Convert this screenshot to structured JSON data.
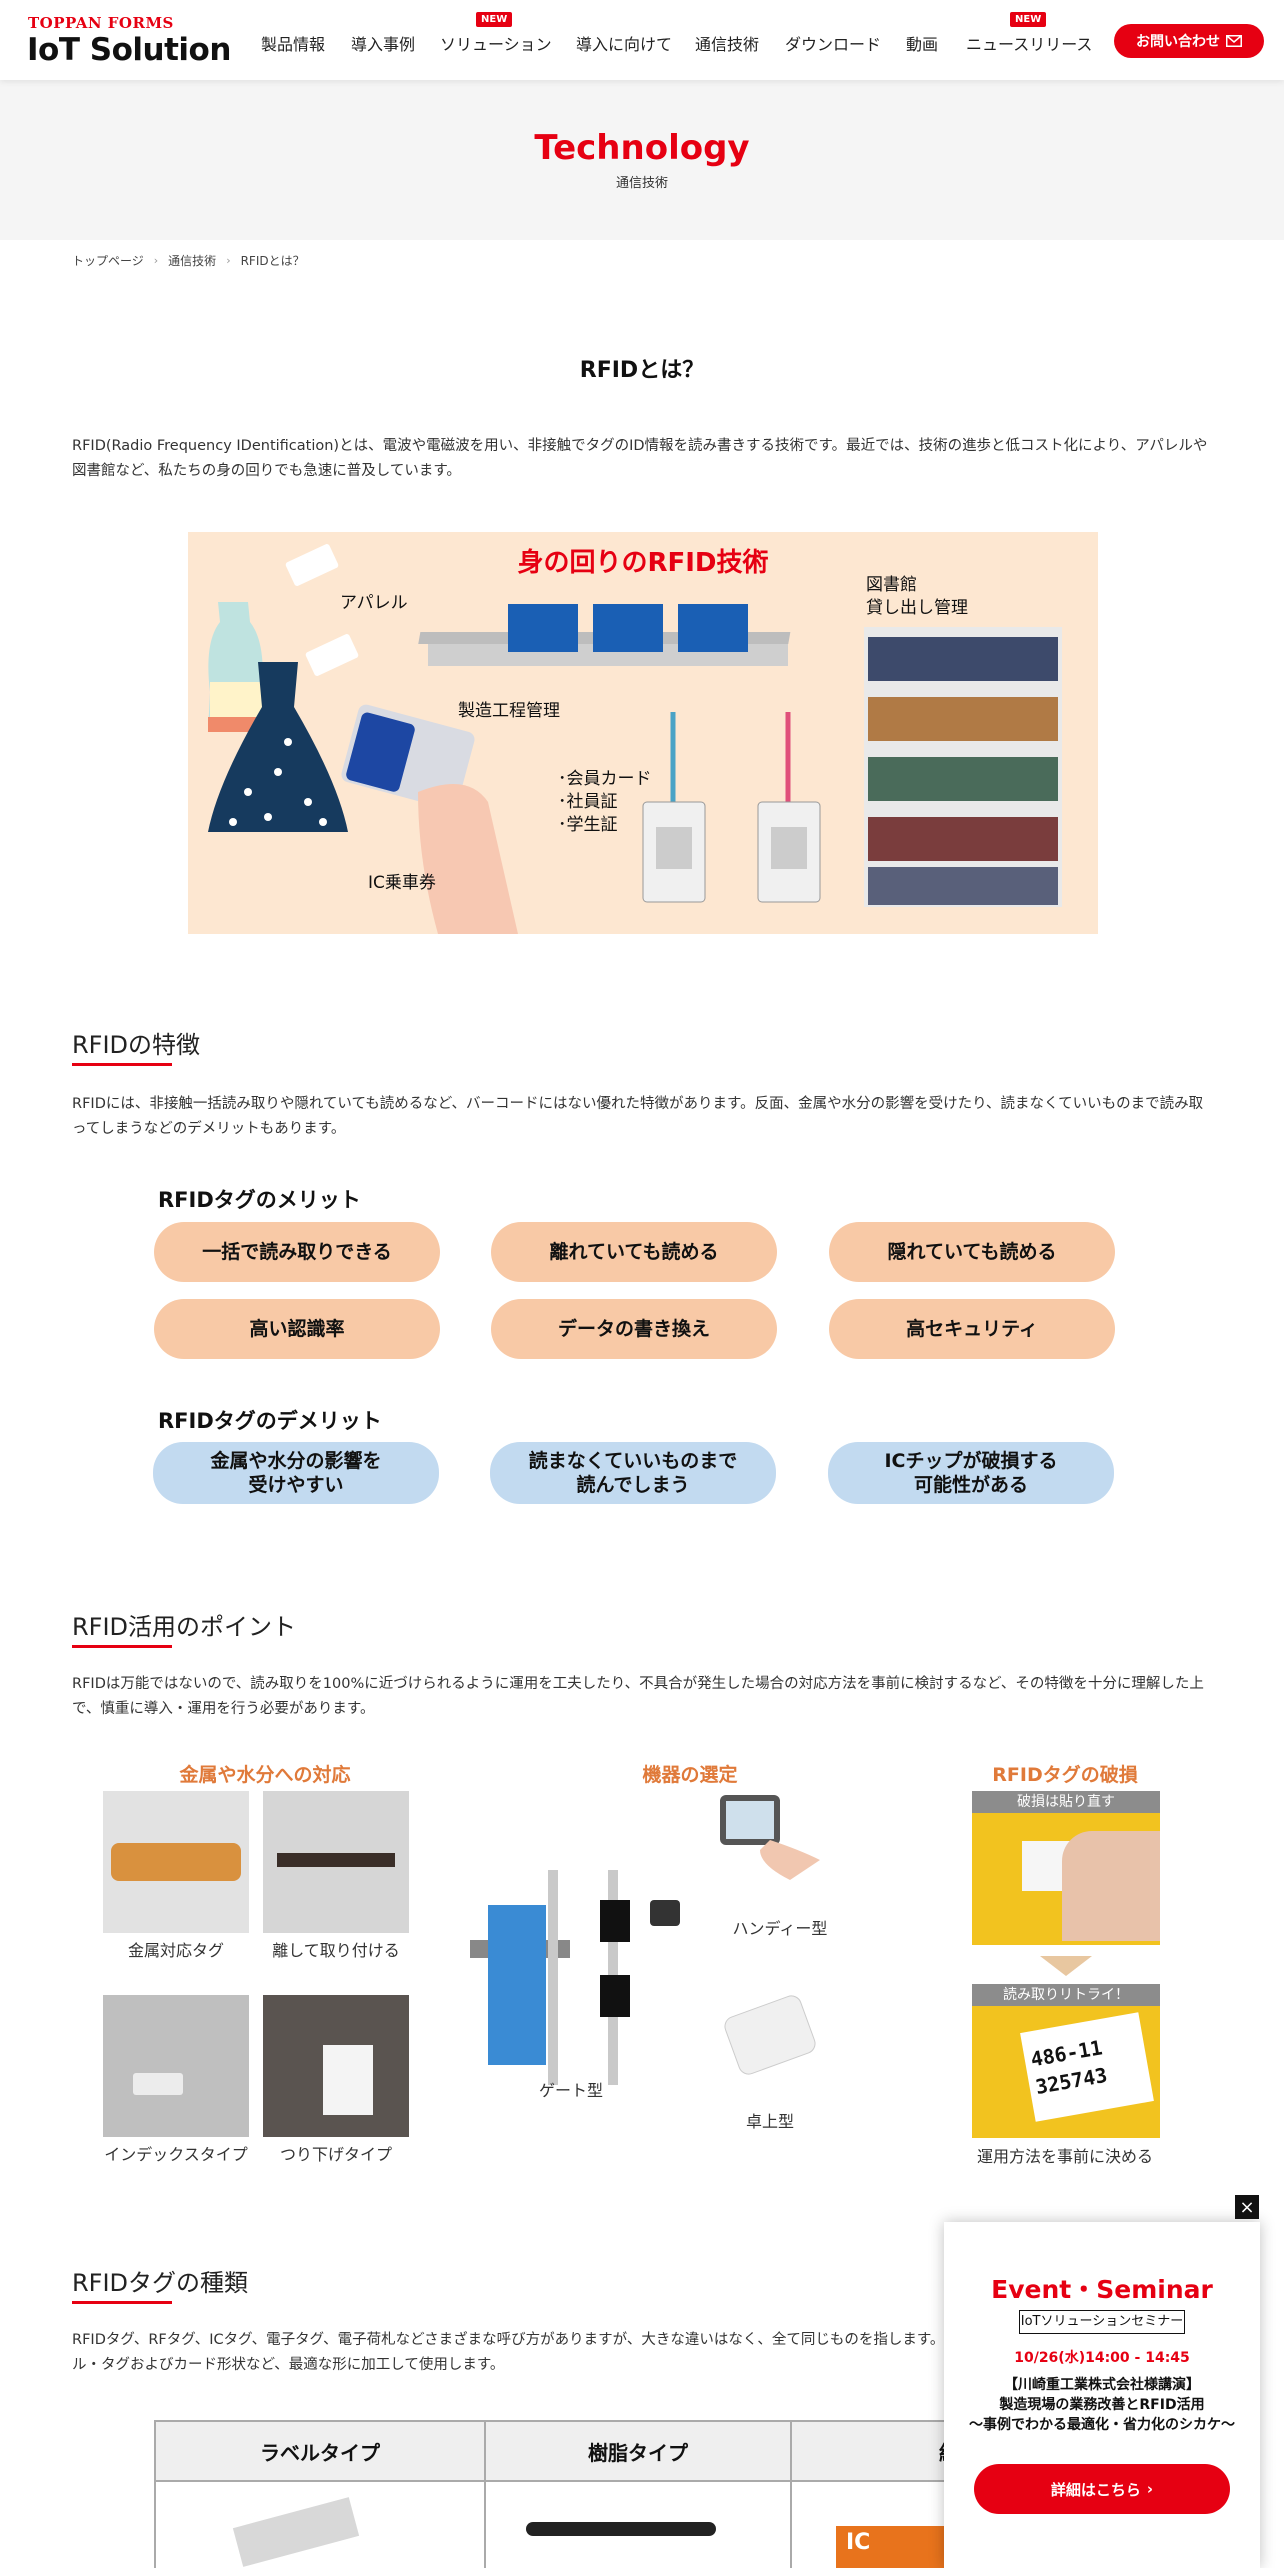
{
  "header": {
    "logo_top": "TOPPAN FORMS",
    "logo_main": "IoT Solution",
    "nav": [
      {
        "label": "製品情報",
        "badge": ""
      },
      {
        "label": "導入事例",
        "badge": ""
      },
      {
        "label": "ソリューション",
        "badge": "NEW"
      },
      {
        "label": "導入に向けて",
        "badge": ""
      },
      {
        "label": "通信技術",
        "badge": ""
      },
      {
        "label": "ダウンロード",
        "badge": ""
      },
      {
        "label": "動画",
        "badge": ""
      },
      {
        "label": "ニュースリリース",
        "badge": "NEW"
      }
    ],
    "contact_label": "お問い合わせ"
  },
  "hero": {
    "title": "Technology",
    "subtitle": "通信技術"
  },
  "breadcrumb": [
    "トップページ",
    "通信技術",
    "RFIDとは？"
  ],
  "page_title": "RFIDとは？",
  "intro_text": "RFID(Radio Frequency IDentification)とは、電波や電磁波を用い、非接触でタグのID情報を読み書きする技術です。最近では、技術の進歩と低コスト化により、アパレルや図書館など、私たちの身の回りでも急速に普及しています。",
  "illustration": {
    "title": "身の回りのRFID技術",
    "labels": {
      "apparel": "アパレル",
      "manufacturing": "製造工程管理",
      "library": "図書館\n貸し出し管理",
      "cards": "･会員カード\n･社員証\n･学生証",
      "ic_ticket": "IC乗車券"
    }
  },
  "features": {
    "heading": "RFIDの特徴",
    "text": "RFIDには、非接触一括読み取りや隠れていても読めるなど、バーコードにはない優れた特徴があります。反面、金属や水分の影響を受けたり、読まなくていいものまで読み取ってしまうなどのデメリットもあります。",
    "merit_heading": "RFIDタグのメリット",
    "merits": [
      "一括で読み取りできる",
      "離れていても読める",
      "隠れていても読める",
      "高い認識率",
      "データの書き換え",
      "高セキュリティ"
    ],
    "demerit_heading": "RFIDタグのデメリット",
    "demerits": [
      "金属や水分の影響を\n受けやすい",
      "読まなくていいものまで\n読んでしまう",
      "ICチップが破損する\n可能性がある"
    ]
  },
  "points": {
    "heading": "RFID活用のポイント",
    "text": "RFIDは万能ではないので、読み取りを100%に近づけられるように運用を工夫したり、不具合が発生した場合の対応方法を事前に検討するなど、その特徴を十分に理解した上で、慎重に導入・運用を行う必要があります。",
    "col1_title": "金属や水分への対応",
    "col1_captions": [
      "金属対応タグ",
      "離して取り付ける",
      "インデックスタイプ",
      "つり下げタイプ"
    ],
    "col2_title": "機器の選定",
    "col2_captions": [
      "ハンディー型",
      "ゲート型",
      "卓上型"
    ],
    "col3_title": "RFIDタグの破損",
    "col3_bar1": "破損は貼り直す",
    "col3_bar2": "読み取りリトライ！",
    "col3_tag_text": "486-11\n325743",
    "col3_caption": "運用方法を事前に決める"
  },
  "types": {
    "heading": "RFIDタグの種類",
    "text": "RFIDタグ、RFタグ、ICタグ、電子タグ、電子荷札などさまざまな呼び方がありますが、大きな違いはなく、全て同じものを指します。使用用途、必要な耐環境性によってラベル・タグおよびカード形状など、最適な形に加工して使用します。",
    "columns": [
      "ラベルタイプ",
      "樹脂タイプ",
      "紙・"
    ],
    "card_text": "IC"
  },
  "popup": {
    "title": "Event・Seminar",
    "tag": "IoTソリューションセミナー",
    "date": "10/26(水)14:00 - 14:45",
    "desc": "【川崎重工業株式会社様講演】\n製造現場の業務改善とRFID活用\n〜事例でわかる最適化・省力化のシカケ〜",
    "button": "詳細はこちら",
    "close": "×"
  },
  "colors": {
    "brand_red": "#e60012",
    "merit_pill": "#f8c9a6",
    "demerit_pill": "#c2daf0",
    "illus_bg": "#fde7d1",
    "point_title": "#e07a3a"
  }
}
